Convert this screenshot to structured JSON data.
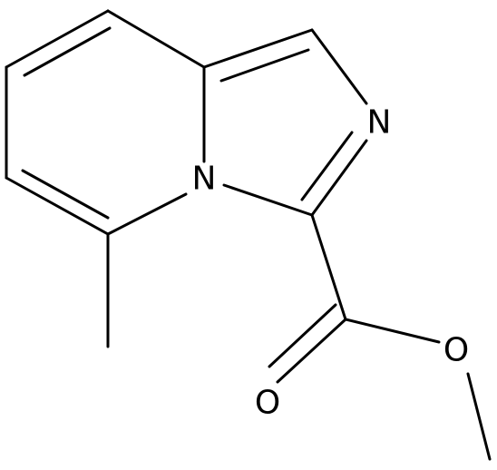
{
  "structure": {
    "atoms": {
      "n_ring": "N",
      "n_imidazole": "N",
      "o_carbonyl": "O",
      "o_ester": "O"
    },
    "colors": {
      "ink": "#000000",
      "background": "#ffffff"
    }
  }
}
